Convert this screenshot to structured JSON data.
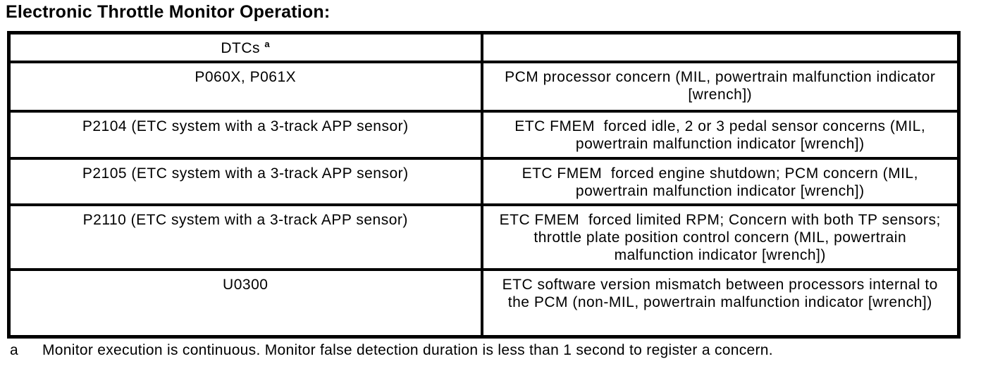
{
  "page": {
    "title": "Electronic Throttle Monitor Operation:"
  },
  "table": {
    "header": {
      "dtcs_label": "DTCs",
      "dtcs_footnote_marker": "a",
      "description_label": ""
    },
    "rows": [
      {
        "dtc": "P060X, P061X",
        "description": "PCM processor concern (MIL, powertrain malfunction indicator [wrench])"
      },
      {
        "dtc": "P2104 (ETC system with a 3-track APP sensor)",
        "description": "ETC FMEM  forced idle, 2 or 3 pedal sensor concerns (MIL, powertrain malfunction indicator [wrench])"
      },
      {
        "dtc": "P2105 (ETC system with a 3-track APP sensor)",
        "description": "ETC FMEM  forced engine shutdown; PCM concern (MIL, powertrain malfunction indicator [wrench])"
      },
      {
        "dtc": "P2110 (ETC system with a 3-track APP sensor)",
        "description": "ETC FMEM  forced limited RPM; Concern with both TP sensors; throttle plate position control concern (MIL, powertrain malfunction indicator [wrench])"
      },
      {
        "dtc": "U0300",
        "description": "ETC software version mismatch between processors internal to the PCM (non-MIL, powertrain malfunction indicator [wrench])"
      }
    ]
  },
  "footnote": {
    "marker": "a",
    "text": "Monitor execution is continuous. Monitor false detection duration is less than 1 second to register a concern."
  }
}
